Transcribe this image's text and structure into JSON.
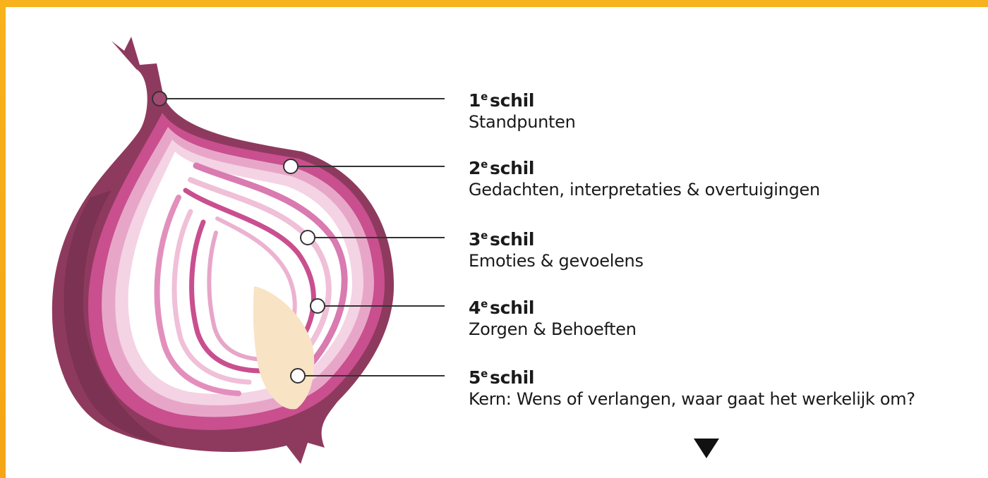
{
  "diagram": {
    "layers": [
      {
        "num": "1",
        "sup": "e",
        "title": "schil",
        "description": "Standpunten"
      },
      {
        "num": "2",
        "sup": "e",
        "title": "schil",
        "description": "Gedachten, interpretaties & overtuigingen"
      },
      {
        "num": "3",
        "sup": "e",
        "title": "schil",
        "description": "Emoties & gevoelens"
      },
      {
        "num": "4",
        "sup": "e",
        "title": "schil",
        "description": "Zorgen & Behoeften"
      },
      {
        "num": "5",
        "sup": "e",
        "title": "schil",
        "description": "Kern: Wens of verlangen, waar gaat het werkelijk om?"
      }
    ],
    "colors": {
      "outer_skin": "#8e3a5e",
      "outer_skin_dark": "#6e2c49",
      "ring_magenta": "#c94f8f",
      "ring_light": "#e7a6c8",
      "ring_pale": "#f4d3e4",
      "flesh": "#ffffff",
      "core": "#f8e3c4",
      "frame": "#f5a516"
    }
  }
}
